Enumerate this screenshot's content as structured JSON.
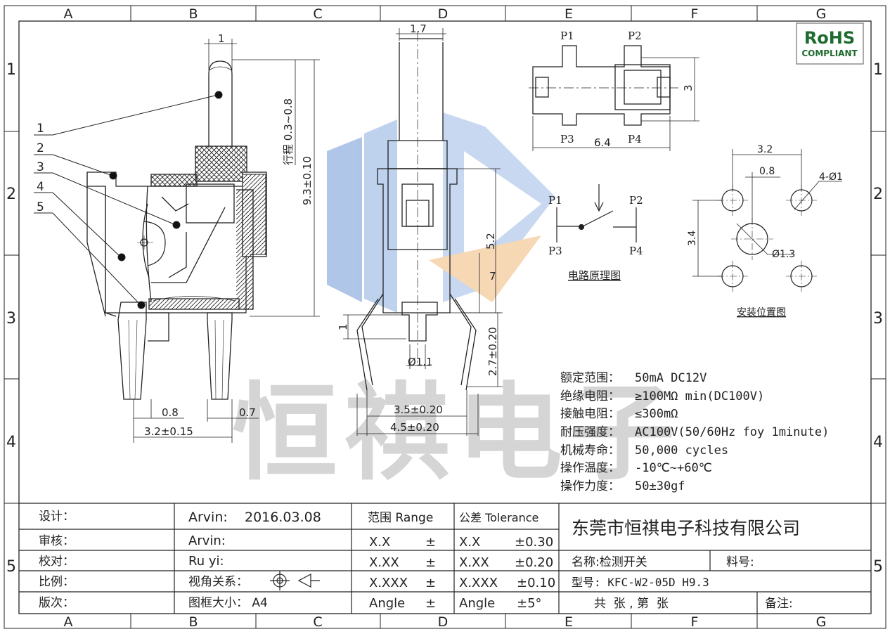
{
  "frame": {
    "columns": [
      "A",
      "B",
      "C",
      "D",
      "E",
      "F",
      "G"
    ],
    "rows": [
      "1",
      "2",
      "3",
      "4",
      "5"
    ]
  },
  "rohs": {
    "line1": "RoHS",
    "line2": "COMPLIANT",
    "color": "#1e6b2e"
  },
  "watermark": {
    "text": "恒祺电子",
    "color": "#c8c8c8"
  },
  "side_view": {
    "callouts": [
      "1",
      "2",
      "3",
      "4",
      "5"
    ],
    "dim_top": "1",
    "dim_travel": "行程 0.3~0.8",
    "dim_height": "9.3±0.10",
    "dim_pin_gap": "0.8",
    "dim_pin_width": "0.7",
    "dim_pitch": "3.2±0.15"
  },
  "front_view": {
    "dim_top": "1.7",
    "dim_upper": "5.2",
    "dim_body": "7",
    "dim_step": "1",
    "dim_hole": "Ø1.1",
    "dim_pin_len": "2.7±0.20",
    "dim_inner": "3.5±0.20",
    "dim_outer": "4.5±0.20"
  },
  "top_view": {
    "pins": [
      "P1",
      "P2",
      "P3",
      "P4"
    ],
    "dim_h": "3",
    "dim_w": "6.4"
  },
  "circuit": {
    "pins": [
      "P1",
      "P2",
      "P3",
      "P4"
    ],
    "title": "电路原理图"
  },
  "mounting": {
    "title": "安装位置图",
    "dim_w": "3.2",
    "dim_offset": "0.8",
    "dim_holes": "4-Ø1",
    "dim_h": "3.4",
    "dim_center": "Ø1.3"
  },
  "specs": [
    {
      "label": "额定范围：",
      "value": "50mA DC12V"
    },
    {
      "label": "绝缘电阻：",
      "value": "≥100MΩ min(DC100V)"
    },
    {
      "label": "接触电阻：",
      "value": "≤300mΩ"
    },
    {
      "label": "耐压强度：",
      "value": "AC100V(50/60Hz  foy  1minute)"
    },
    {
      "label": "机械寿命：",
      "value": "50,000 cycles"
    },
    {
      "label": "操作温度：",
      "value": "-10℃~+60℃"
    },
    {
      "label": "操作力度：",
      "value": "50±30gf"
    }
  ],
  "title_block": {
    "labels": [
      "设计：",
      "审核：",
      "校对：",
      "比例：",
      "版次："
    ],
    "design_name": "Arvin:",
    "design_date": "2016.03.08",
    "review_name": "Arvin:",
    "check_name": "Ru yi:",
    "projection_label": "视角关系：",
    "frame_size": "图框大小：  A4",
    "range_header": "范围 Range",
    "tol_header": "公差 Tolerance",
    "ranges": [
      "X.X",
      "X.XX",
      "X.XXX",
      "Angle"
    ],
    "pm": "±",
    "tolerances": [
      {
        "range": "X.X",
        "value": "±0.30"
      },
      {
        "range": "X.XX",
        "value": "±0.20"
      },
      {
        "range": "X.XXX",
        "value": "±0.10"
      },
      {
        "range": "Angle",
        "value": "±5°"
      }
    ],
    "company": "东莞市恒祺电子科技有限公司",
    "name_label": "名称:检测开关",
    "part_label": "料号:",
    "model_label": "型号: KFC-W2-05D H9.3",
    "sheets": "共  张 , 第  张",
    "notes_label": "备注:"
  }
}
